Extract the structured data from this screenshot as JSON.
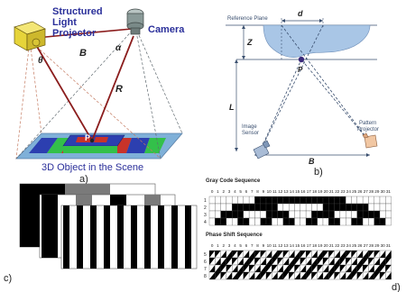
{
  "panel_a": {
    "projector_label_1": "Structured",
    "projector_label_2": "Light",
    "projector_label_3": "Projector",
    "camera_label": "Camera",
    "symbol_b": "B",
    "symbol_theta": "θ",
    "symbol_alpha": "α",
    "symbol_r": "R",
    "symbol_p": "P",
    "object_label": "3D Object in the Scene",
    "caption": "a)"
  },
  "panel_b": {
    "reference_plane": "Reference Plane",
    "symbol_d": "d",
    "symbol_z": "Z",
    "symbol_p": "P",
    "symbol_l": "L",
    "symbol_b": "B",
    "image_sensor_1": "Image",
    "image_sensor_2": "Sensor",
    "pattern_projector_1": "Pattern",
    "pattern_projector_2": "Projector",
    "caption": "b)"
  },
  "panel_c": {
    "caption": "c)"
  },
  "panel_d": {
    "gray_code_title": "Gray Code Sequence",
    "phase_shift_title": "Phase Shift Sequence",
    "column_numbers": [
      "0",
      "1",
      "2",
      "3",
      "4",
      "5",
      "6",
      "7",
      "8",
      "9",
      "10",
      "11",
      "12",
      "13",
      "14",
      "15",
      "16",
      "17",
      "18",
      "19",
      "20",
      "21",
      "22",
      "23",
      "24",
      "25",
      "26",
      "27",
      "28",
      "29",
      "30",
      "31"
    ],
    "gray_rows": [
      "1",
      "2",
      "3",
      "4"
    ],
    "phase_rows": [
      "5",
      "6",
      "7",
      "8"
    ],
    "caption": "d)"
  },
  "colors": {
    "projector_yellow": "#e6d43a",
    "camera_gray": "#8a9a98",
    "label_blue": "#2a2f9a",
    "ray_red": "#8b1d1d",
    "object_blue": "#2c3fb0",
    "object_green": "#33c04a",
    "object_red": "#c8332a",
    "water_blue": "#a9c6e6",
    "panel_b_text": "#3a4f6f"
  }
}
